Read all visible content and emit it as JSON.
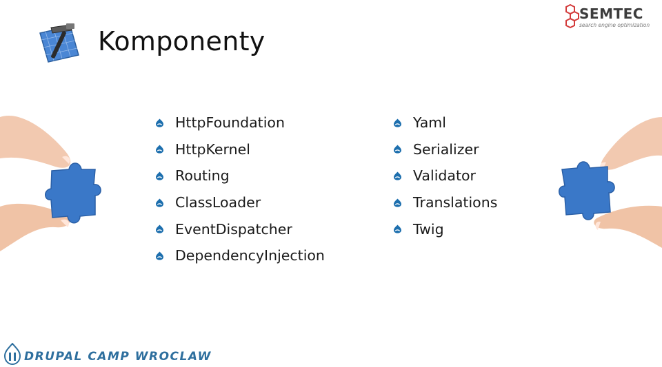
{
  "slide": {
    "title": "Komponenty",
    "brand": {
      "name": "SEMTEC",
      "tagline": "search engine optimization"
    },
    "left_list": [
      {
        "label": "HttpFoundation"
      },
      {
        "label": "HttpKernel"
      },
      {
        "label": "Routing"
      },
      {
        "label": "ClassLoader"
      },
      {
        "label": "EventDispatcher"
      },
      {
        "label": "DependencyInjection"
      }
    ],
    "right_list": [
      {
        "label": "Yaml"
      },
      {
        "label": "Serializer"
      },
      {
        "label": "Validator"
      },
      {
        "label": "Translations"
      },
      {
        "label": "Twig"
      }
    ],
    "footer": {
      "text": "DRUPAL CAMP WROCLAW"
    }
  },
  "icons": {
    "header": "xcode-hammer-icon",
    "bullet": "drupal-drop-icon",
    "footer": "drupal-drop-icon"
  },
  "colors": {
    "puzzle_blue": "#3a78c8",
    "bullet_blue": "#1d6fae",
    "footer_blue": "#2e6f9e",
    "semtec_red": "#d33b3b"
  }
}
